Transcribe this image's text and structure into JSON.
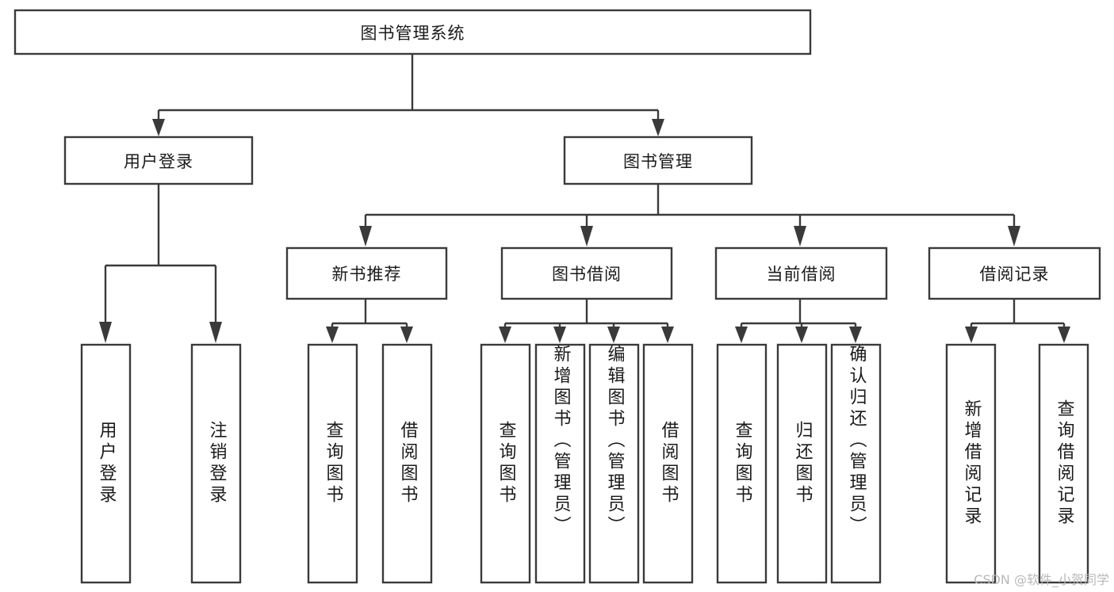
{
  "diagram": {
    "type": "tree-hierarchy",
    "title": "图书管理系统",
    "orientation": "top-down",
    "colors": {
      "background": "#ffffff",
      "box_fill": "#ffffff",
      "box_stroke": "#3a3a3a",
      "text": "#1a1a1a",
      "watermark": "#b9b9b9"
    },
    "root": {
      "label": "图书管理系统"
    },
    "level1": [
      {
        "id": "user-login",
        "label": "用户登录"
      },
      {
        "id": "book-management",
        "label": "图书管理"
      }
    ],
    "level2": [
      {
        "id": "new-book-recommend",
        "label": "新书推荐"
      },
      {
        "id": "book-borrow",
        "label": "图书借阅"
      },
      {
        "id": "current-borrow",
        "label": "当前借阅"
      },
      {
        "id": "borrow-record",
        "label": "借阅记录"
      }
    ],
    "leaves": {
      "user_login": [
        {
          "id": "leaf-user-login",
          "label": "用户登录"
        },
        {
          "id": "leaf-logout-login",
          "label": "注销登录"
        }
      ],
      "new_book_recommend": [
        {
          "id": "leaf-query-book-1",
          "label": "查询图书"
        },
        {
          "id": "leaf-borrow-book-1",
          "label": "借阅图书"
        }
      ],
      "book_borrow": [
        {
          "id": "leaf-query-book-2",
          "label": "查询图书"
        },
        {
          "id": "leaf-add-book",
          "label": "新增图书（管理员）"
        },
        {
          "id": "leaf-edit-book",
          "label": "编辑图书（管理员）"
        },
        {
          "id": "leaf-borrow-book-2",
          "label": "借阅图书"
        }
      ],
      "current_borrow": [
        {
          "id": "leaf-query-book-3",
          "label": "查询图书"
        },
        {
          "id": "leaf-return-book",
          "label": "归还图书"
        },
        {
          "id": "leaf-confirm-return",
          "label": "确认归还（管理员）"
        }
      ],
      "borrow_record": [
        {
          "id": "leaf-add-record",
          "label": "新增借阅记录"
        },
        {
          "id": "leaf-query-record",
          "label": "查询借阅记录"
        }
      ]
    }
  },
  "watermark": {
    "text": "CSDN @软件_小贺同学"
  }
}
